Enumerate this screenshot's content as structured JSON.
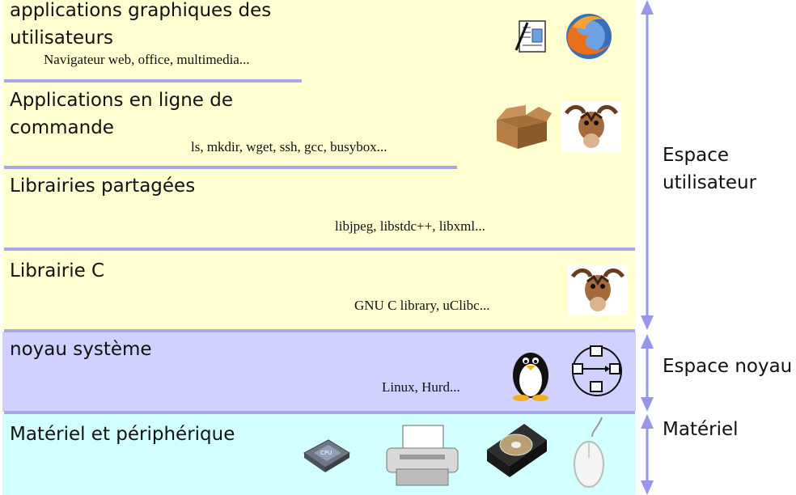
{
  "layers": [
    {
      "title_lines": [
        "applications graphiques des",
        "utilisateurs"
      ],
      "subtitle": "Navigateur web, office, multimedia...",
      "icons": [
        "text-editor-icon",
        "firefox-icon"
      ]
    },
    {
      "title_lines": [
        "Applications en ligne de",
        "commande"
      ],
      "subtitle": "ls, mkdir, wget, ssh, gcc, busybox...",
      "icons": [
        "cardboard-box-icon",
        "gnu-gnu-icon"
      ]
    },
    {
      "title_lines": [
        "Librairies partagées"
      ],
      "subtitle": "libjpeg, libstdc++, libxml...",
      "icons": []
    },
    {
      "title_lines": [
        "Librairie C"
      ],
      "subtitle": "GNU C library, uClibc...",
      "icons": [
        "gnu-gnu-icon"
      ]
    },
    {
      "title_lines": [
        "noyau système"
      ],
      "subtitle": "Linux, Hurd...",
      "icons": [
        "tux-penguin-icon",
        "network-nodes-icon"
      ]
    },
    {
      "title_lines": [
        "Matériel et périphérique"
      ],
      "subtitle": "",
      "icons": [
        "cpu-chip-icon",
        "printer-icon",
        "hard-drive-icon",
        "mouse-icon"
      ]
    }
  ],
  "side_labels": {
    "user_space": [
      "Espace",
      "utilisateur"
    ],
    "kernel_space": "Espace noyau",
    "hardware": "Matériel"
  },
  "colors": {
    "user": "#ffffd2",
    "kernel": "#d1d1ff",
    "hardware": "#d2ffff",
    "separator": "#a7a7e6",
    "arrow": "#9696ea"
  }
}
